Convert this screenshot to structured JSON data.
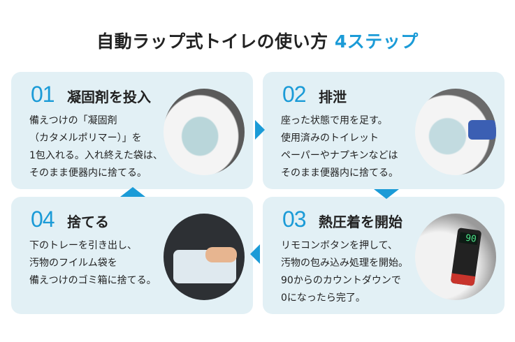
{
  "title": {
    "main": "自動ラップ式トイレの使い方",
    "accent": "4ステップ"
  },
  "colors": {
    "accent": "#1b9bd7",
    "card": "#e2f0f5"
  },
  "steps": [
    {
      "num": "01",
      "heading": "凝固剤を投入",
      "body": "備えつけの「凝固剤\n（カタメルポリマー）」を\n1包入れる。入れ終えた袋は、\nそのまま便器内に捨てる。"
    },
    {
      "num": "02",
      "heading": "排泄",
      "body": "座った状態で用を足す。\n使用済みのトイレット\nペーパーやナプキンなどは\nそのまま便器内に捨てる。"
    },
    {
      "num": "03",
      "heading": "熱圧着を開始",
      "body": "リモコンボタンを押して、\n汚物の包み込み処理を開始。\n90からのカウントダウンで\n0になったら完了。",
      "remote_display": "90"
    },
    {
      "num": "04",
      "heading": "捨てる",
      "body": "下のトレーを引き出し、\n汚物のフイルム袋を\n備えつけのゴミ箱に捨てる。"
    }
  ]
}
